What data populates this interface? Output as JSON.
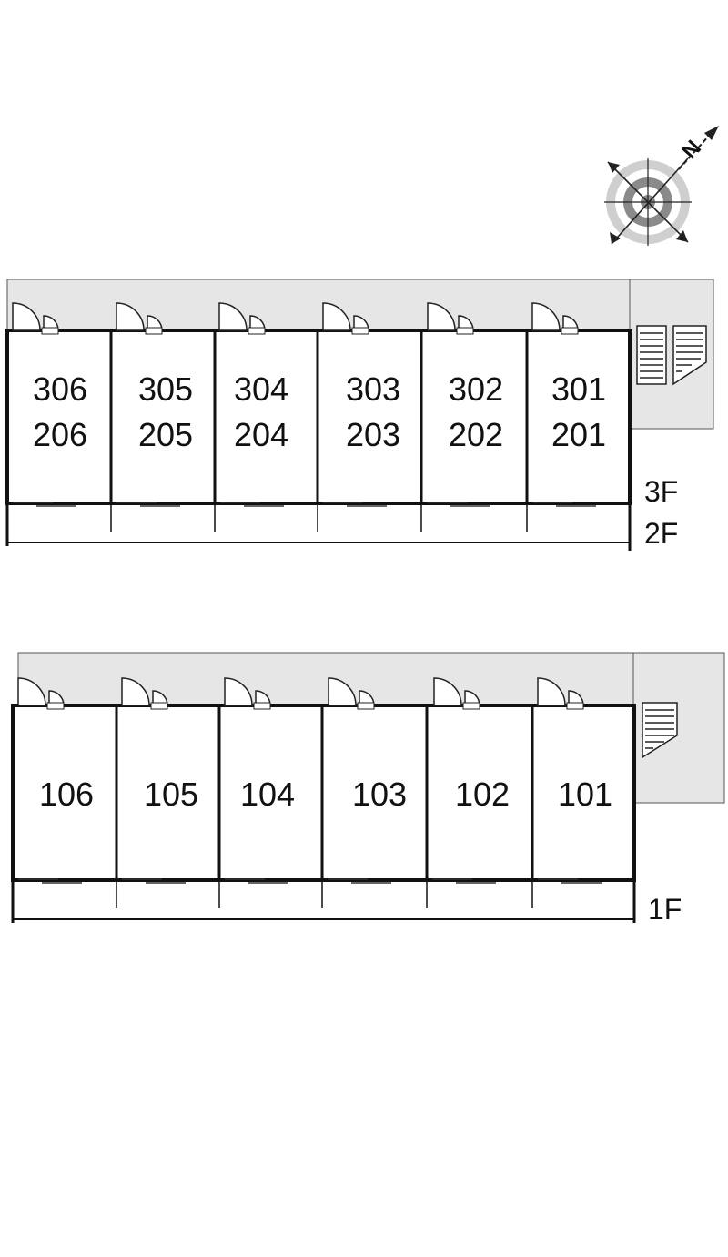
{
  "compass": {
    "north_label": "N",
    "icon": "compass-rose-icon"
  },
  "blocks": [
    {
      "floor_labels": [
        "3F",
        "2F"
      ],
      "units": [
        {
          "lines": [
            "306",
            "206"
          ]
        },
        {
          "lines": [
            "305",
            "205"
          ]
        },
        {
          "lines": [
            "304",
            "204"
          ]
        },
        {
          "lines": [
            "303",
            "203"
          ]
        },
        {
          "lines": [
            "302",
            "202"
          ]
        },
        {
          "lines": [
            "301",
            "201"
          ]
        }
      ],
      "stairs": 2
    },
    {
      "floor_labels": [
        "1F"
      ],
      "units": [
        {
          "lines": [
            "106"
          ]
        },
        {
          "lines": [
            "105"
          ]
        },
        {
          "lines": [
            "104"
          ]
        },
        {
          "lines": [
            "103"
          ]
        },
        {
          "lines": [
            "102"
          ]
        },
        {
          "lines": [
            "101"
          ]
        }
      ],
      "stairs": 1
    }
  ],
  "colors": {
    "corridor": "#e6e6e6",
    "wall": "#111111",
    "floor": "#ffffff"
  }
}
